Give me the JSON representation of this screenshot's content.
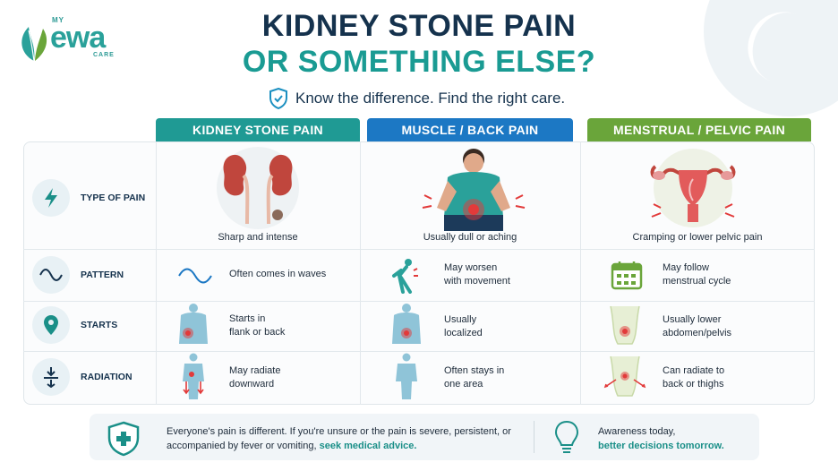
{
  "brand": {
    "my": "MY",
    "name": "ewa",
    "care": "CARE"
  },
  "title": {
    "line1": "KIDNEY STONE PAIN",
    "line2": "OR SOMETHING ELSE?"
  },
  "tagline": "Know the difference. Find the right care.",
  "columns": [
    "KIDNEY STONE PAIN",
    "MUSCLE / BACK PAIN",
    "MENSTRUAL / PELVIC PAIN"
  ],
  "rows": [
    {
      "label": "TYPE OF PAIN",
      "icon": "lightning-icon",
      "cells": [
        "Sharp and intense",
        "Usually dull or aching",
        "Cramping or lower pelvic pain"
      ]
    },
    {
      "label": "PATTERN",
      "icon": "wave-icon",
      "cells": [
        "Often comes in waves",
        "May worsen\nwith movement",
        "May follow\nmenstrual cycle"
      ]
    },
    {
      "label": "STARTS",
      "icon": "location-pin-icon",
      "cells": [
        "Starts in\nflank or back",
        "Usually\nlocalized",
        "Usually lower\nabdomen/pelvis"
      ]
    },
    {
      "label": "RADIATION",
      "icon": "arrows-down-icon",
      "cells": [
        "May radiate\ndownward",
        "Often stays in\none area",
        "Can radiate to\nback or thighs"
      ]
    }
  ],
  "footer": {
    "text": "Everyone's pain is different. If you're unsure or the pain is severe, persistent, or accompanied by fever or vomiting,",
    "emphasis": "seek medical advice.",
    "right_line1": "Awareness today,",
    "right_line2": "better decisions tomorrow."
  },
  "colors": {
    "teal": "#1f9a94",
    "blue": "#1c78c4",
    "green": "#6aa53a",
    "navy": "#15324d"
  }
}
